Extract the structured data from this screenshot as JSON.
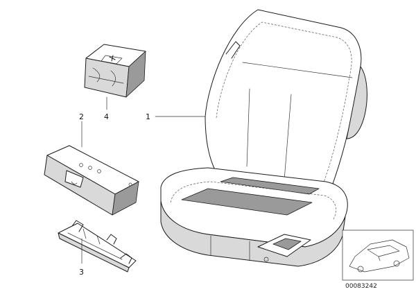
{
  "callouts": {
    "part_1": "1",
    "part_2": "2",
    "part_3": "3",
    "part_4": "4"
  },
  "diagram_id": "00083242",
  "icons": {
    "first_aid_symbol": "cross-icon",
    "car_thumbnail": "car-icon"
  }
}
